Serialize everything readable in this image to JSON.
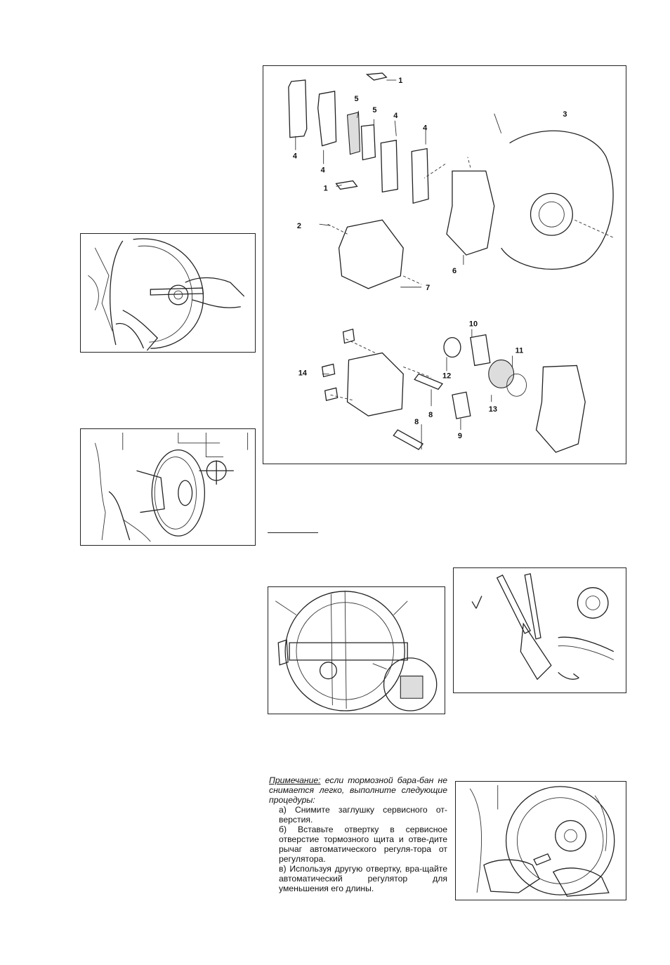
{
  "exploded_diagram": {
    "callouts": [
      "1",
      "1",
      "2",
      "3",
      "4",
      "4",
      "4",
      "4",
      "5",
      "5",
      "6",
      "7",
      "8",
      "8",
      "9",
      "10",
      "11",
      "12",
      "13",
      "14"
    ]
  },
  "note": {
    "label": "Примечание:",
    "intro": " если тормозной бара-бан не снимается легко, выполните следующие процедуры:",
    "step_a": "а) Снимите заглушку сервисного от-верстия.",
    "step_b": "б) Вставьте отвертку в сервисное отверстие тормозного щита и отве-дите рычаг автоматического регуля-тора от регулятора.",
    "step_c": "в) Используя другую отвертку, вра-щайте автоматический регулятор для уменьшения его длины."
  }
}
